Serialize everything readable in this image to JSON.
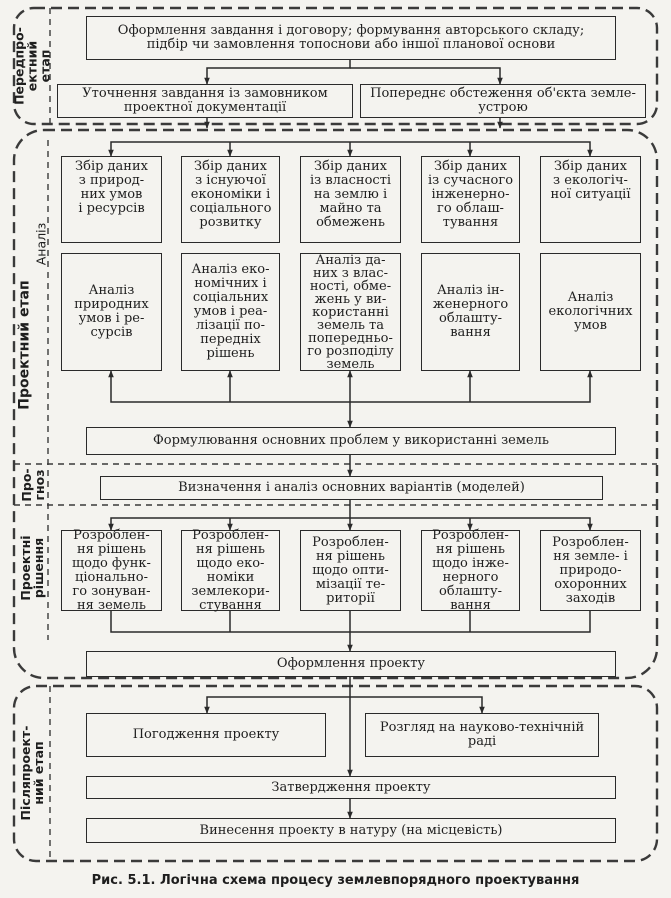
{
  "stages": {
    "pre": "Передпро-\nектний\nетап",
    "analysis": "Аналіз",
    "project": "Проектний етап",
    "forecast": "Про-\nгноз",
    "decisions": "Проектні\nрішення",
    "post": "Післяпроект-\nний етап"
  },
  "pre_stage": {
    "start": "Оформлення завдання і договору; формування авторського складу;\nпідбір чи замовлення топоснови або іншої планової основи",
    "clarify": "Уточнення завдання із замовником\nпроектної документації",
    "survey": "Попереднє обстеження об'єкта земле-\nустрою"
  },
  "collection": [
    "Збір даних\nз природ-\nних умов\nі ресурсів",
    "Збір даних\nз існуючої\nекономіки і\nсоціального\nрозвитку",
    "Збір даних\nіз власності\nна землю і\nмайно та\nобмежень",
    "Збір даних\nіз сучасного\nінженерно-\nго облаш-\nтування",
    "Збір даних\nз екологіч-\nної ситуації"
  ],
  "analysis": [
    "Аналіз\nприродних\nумов і ре-\nсурсів",
    "Аналіз еко-\nномічних і\nсоціальних\nумов і реа-\nлізації по-\nпередніх\nрішень",
    "Аналіз да-\nних з влас-\nності, обме-\nжень у ви-\nкористанні\nземель та\nпопередньо-\nго розподілу\nземель",
    "Аналіз ін-\nженерного\nоблашту-\nвання",
    "Аналіз\nекологічних\nумов"
  ],
  "problems": "Формулювання основних проблем у використанні земель",
  "variants": "Визначення і аналіз основних варіантів (моделей)",
  "development": [
    "Розроблен-\nня рішень\nщодо функ-\nціонально-\nго зонуван-\nня земель",
    "Розроблен-\nня рішень\nщодо еко-\nноміки\nземлекори-\nстування",
    "Розроблен-\nня рішень\nщодо опти-\nмізації те-\nриторії",
    "Розроблен-\nня рішень\nщодо інже-\nнерного\nоблашту-\nвання",
    "Розроблен-\nня земле- і\nприродо-\nохоронних\nзаходів"
  ],
  "execution": "Оформлення проекту",
  "post_stage": {
    "agreement": "Погодження проекту",
    "review": "Розгляд на науково-технічній\nраді",
    "approval": "Затвердження проекту",
    "field": "Винесення проекту в натуру (на місцевість)"
  },
  "caption": "Рис. 5.1. Логічна схема процесу землевпорядного проектування"
}
